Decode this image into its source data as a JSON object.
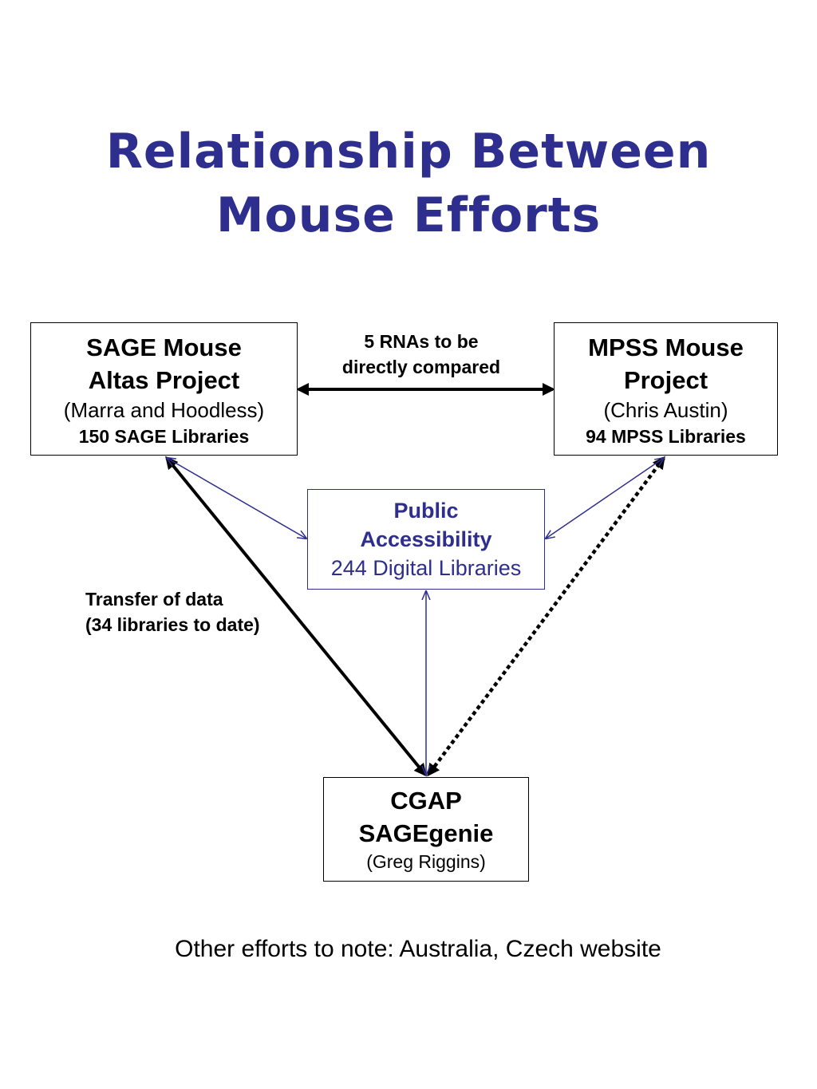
{
  "title": {
    "line1": "Relationship Between",
    "line2": "Mouse Efforts"
  },
  "colors": {
    "title": "#2e2e8f",
    "public_box": "#2e2e8f",
    "connector_thin": "#2e2e8f",
    "connector_thick": "#000000"
  },
  "nodes": {
    "sage": {
      "name_line1": "SAGE Mouse",
      "name_line2": "Altas Project",
      "lead": "(Marra and Hoodless)",
      "count": "150 SAGE Libraries"
    },
    "mpss": {
      "name_line1": "MPSS Mouse",
      "name_line2": "Project",
      "lead": "(Chris Austin)",
      "count": "94 MPSS Libraries"
    },
    "public": {
      "name_line1": "Public",
      "name_line2": "Accessibility",
      "count": "244 Digital Libraries"
    },
    "cgap": {
      "name_line1": "CGAP",
      "name_line2": "SAGEgenie",
      "lead": "(Greg Riggins)"
    }
  },
  "edges": {
    "sage_mpss": {
      "label_line1": "5 RNAs to be",
      "label_line2": "directly compared",
      "style": "thick-solid-bidirectional"
    },
    "sage_cgap": {
      "label_line1": "Transfer of data",
      "label_line2": "(34 libraries to date)",
      "style": "thick-solid-bidirectional"
    },
    "mpss_cgap": {
      "style": "thick-dotted-bidirectional"
    },
    "public_links": {
      "style": "thin-solid-arrows"
    }
  },
  "footer": "Other efforts to note: Australia, Czech website"
}
